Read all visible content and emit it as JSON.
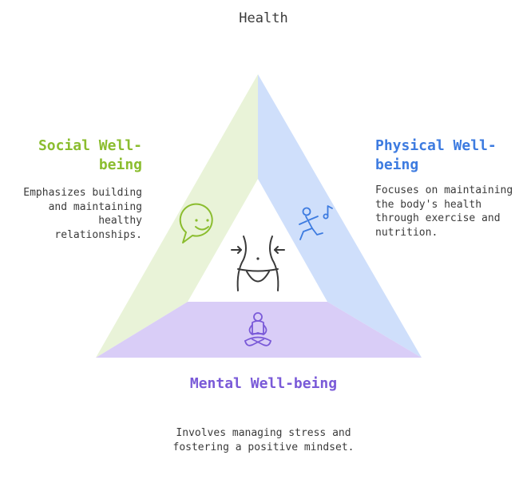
{
  "title": "Health",
  "sections": {
    "social": {
      "title": "Social Well-being",
      "description": "Emphasizes building and maintaining healthy relationships.",
      "color": "#8bbd2f",
      "fill": "#e9f3d8",
      "icon": "chat-smile-icon"
    },
    "physical": {
      "title": "Physical Well-being",
      "description": "Focuses on maintaining the body's health through exercise and nutrition.",
      "color": "#3d7be0",
      "fill": "#cfdffb",
      "icon": "dancing-person-music-icon"
    },
    "mental": {
      "title": "Mental Well-being",
      "description": "Involves managing stress and fostering a positive mindset.",
      "color": "#7a5ad8",
      "fill": "#d9cdf7",
      "icon": "meditation-icon"
    }
  },
  "center_icon": "waist-body-icon"
}
